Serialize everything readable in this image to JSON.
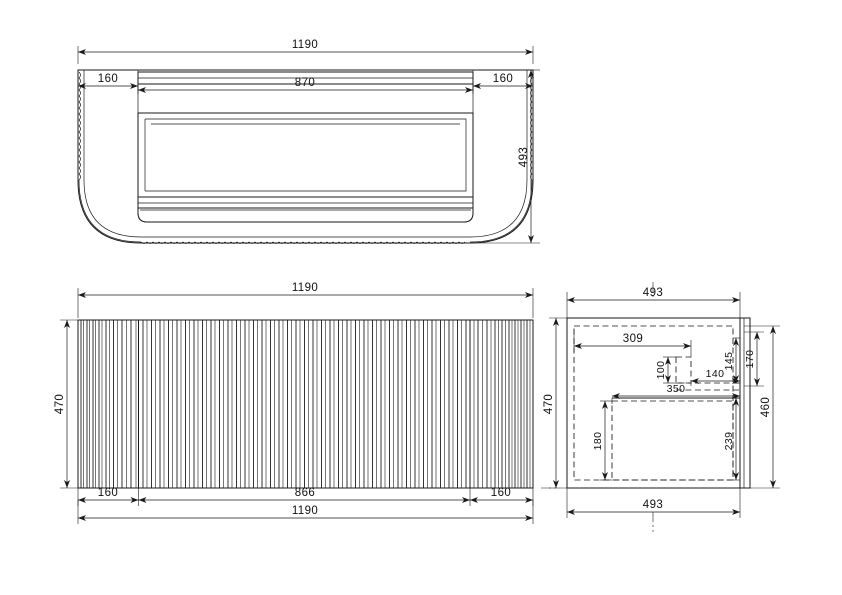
{
  "document": {
    "kind": "engineering-drawing",
    "subject": "Fluted curved-end wall-hung vanity cabinet",
    "units": "mm",
    "background_color": "#ffffff",
    "line_color": "#1a1a1a"
  },
  "views": {
    "top": {
      "name": "top-view",
      "dimensions": {
        "overall_width": "1190",
        "left_end": "160",
        "center_span": "870",
        "right_end": "160",
        "depth": "493"
      }
    },
    "front": {
      "name": "front-view",
      "dimensions": {
        "overall_width_top": "1190",
        "height": "470",
        "left_end": "160",
        "center_span": "866",
        "right_end": "160",
        "overall_width_bottom": "1190"
      },
      "flute_count": 64
    },
    "side": {
      "name": "side-view",
      "dimensions": {
        "depth_top": "493",
        "depth_bottom": "493",
        "height_left": "470",
        "height_right": "460",
        "upper_drawer_depth": "309",
        "notch_height": "100",
        "notch_offset": "140",
        "upper_offset": "145",
        "top_band": "170",
        "lower_drawer_depth": "350",
        "lower_drawer_height": "180",
        "lower_offset": "239"
      }
    }
  },
  "labels": {
    "d1190": "1190",
    "d160": "160",
    "d870": "870",
    "d493": "493",
    "d470": "470",
    "d866": "866",
    "d460": "460",
    "d309": "309",
    "d100": "100",
    "d140": "140",
    "d145": "145",
    "d170": "170",
    "d350": "350",
    "d180": "180",
    "d239": "239"
  }
}
